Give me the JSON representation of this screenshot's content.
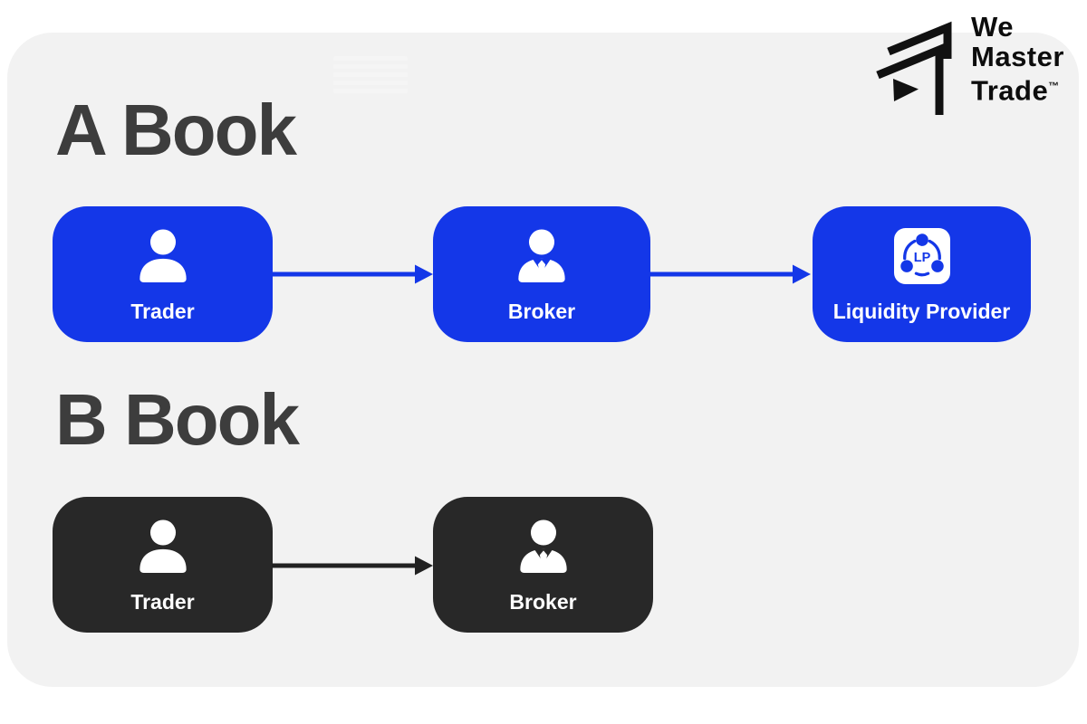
{
  "colors": {
    "accent_blue": "#1437e8",
    "dark": "#282828",
    "heading_text": "#3d3d3d",
    "card_background": "#f2f2f2",
    "page_background": "#ffffff",
    "label_text": "#ffffff",
    "logo_black": "#0d0d0d"
  },
  "logo": {
    "icon": "ascending-arrows-logo-icon",
    "lines": [
      "We",
      "Master",
      "Trade"
    ],
    "trademark": "™"
  },
  "sections": [
    {
      "title": "A Book",
      "nodes": [
        {
          "label": "Trader",
          "icon": "person-icon"
        },
        {
          "label": "Broker",
          "icon": "broker-person-icon"
        },
        {
          "label": "Liquidity Provider",
          "icon": "liquidity-network-icon",
          "badge": "LP"
        }
      ]
    },
    {
      "title": "B Book",
      "nodes": [
        {
          "label": "Trader",
          "icon": "person-icon"
        },
        {
          "label": "Broker",
          "icon": "broker-person-icon"
        }
      ]
    }
  ]
}
